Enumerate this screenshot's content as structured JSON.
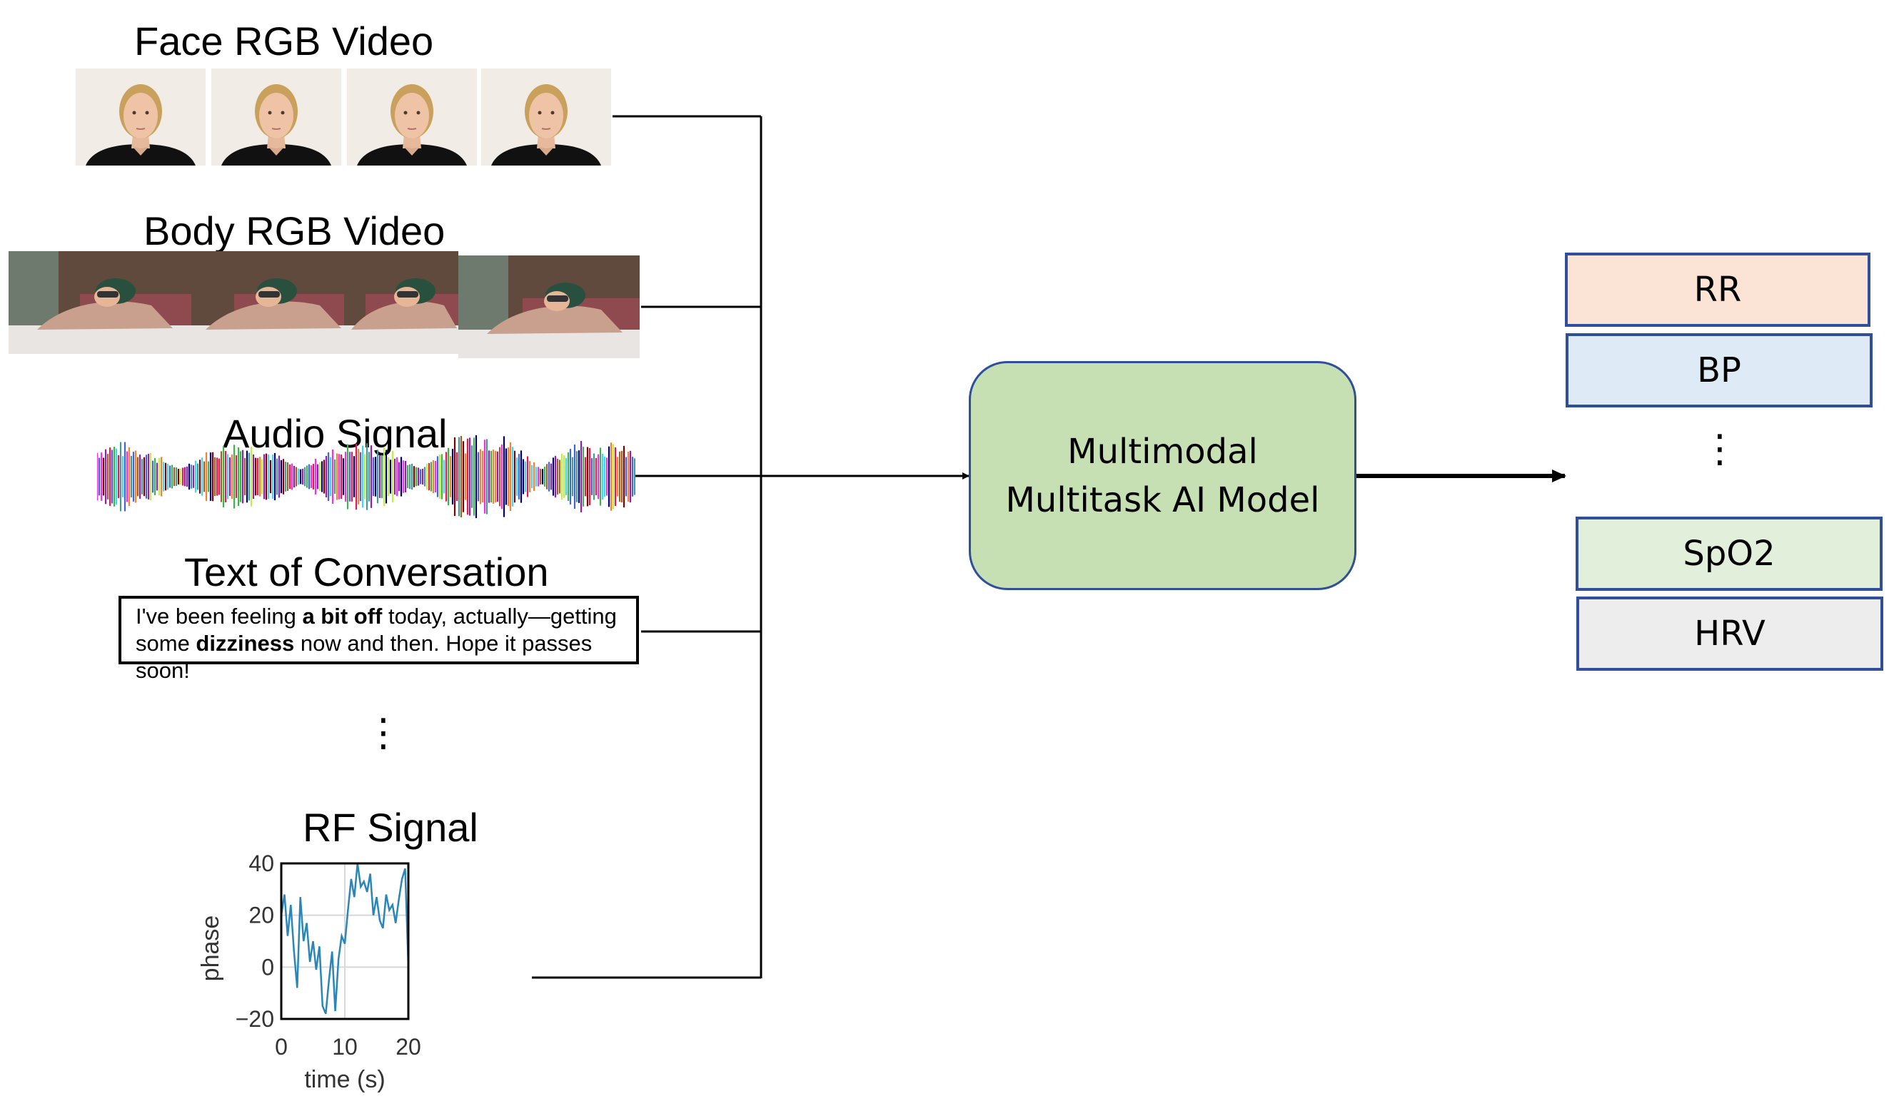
{
  "inputs": {
    "face": {
      "title": "Face RGB Video",
      "frame_count": 4
    },
    "body": {
      "title": "Body RGB Video",
      "frame_count": 4
    },
    "audio": {
      "title": "Audio Signal"
    },
    "text": {
      "title": "Text of  Conversation",
      "quote_parts": [
        "I've been feeling ",
        "a bit off",
        " today, actually—getting some ",
        "dizziness",
        " now and then. Hope it passes soon!"
      ]
    },
    "ellipsis": "⋮",
    "rf": {
      "title": "RF Signal"
    }
  },
  "model": {
    "line1": "Multimodal",
    "line2": "Multitask AI Model"
  },
  "outputs": {
    "items": [
      {
        "label": "RR",
        "fill": "#fbe4d5"
      },
      {
        "label": "BP",
        "fill": "#deebf7"
      },
      {
        "label": "SpO2",
        "fill": "#e2efda"
      },
      {
        "label": "HRV",
        "fill": "#ededed"
      }
    ],
    "ellipsis": "⋮"
  },
  "chart_data": {
    "type": "line",
    "title": "",
    "xlabel": "time (s)",
    "ylabel": "phase",
    "xlim": [
      0,
      20
    ],
    "ylim": [
      -20,
      40
    ],
    "xticks": [
      "0",
      "10",
      "20"
    ],
    "yticks": [
      "40",
      "20",
      "0",
      "−20"
    ],
    "grid": true,
    "line_color": "#2a86b8",
    "series": [
      {
        "x": [
          0,
          0.5,
          1,
          1.5,
          2,
          2.5,
          3,
          3.5,
          4,
          4.5,
          5,
          5.5,
          6,
          6.5,
          7,
          7.5,
          8,
          8.5,
          9,
          9.5,
          10,
          10.5,
          11,
          11.5,
          12,
          12.5,
          13,
          13.5,
          14,
          14.5,
          15,
          15.5,
          16,
          16.5,
          17,
          17.5,
          18,
          18.5,
          19,
          19.5,
          20
        ],
        "values": [
          20,
          28,
          12,
          24,
          6,
          -8,
          27,
          10,
          17,
          2,
          10,
          -1,
          8,
          -15,
          -18,
          -5,
          6,
          -17,
          3,
          12,
          9,
          22,
          34,
          27,
          40,
          31,
          33,
          29,
          36,
          20,
          27,
          18,
          15,
          28,
          22,
          24,
          17,
          26,
          34,
          38,
          0
        ]
      }
    ]
  },
  "colors": {
    "connector": "#000000",
    "model_fill": "#c6e0b4",
    "box_border": "#2f4f9a"
  }
}
